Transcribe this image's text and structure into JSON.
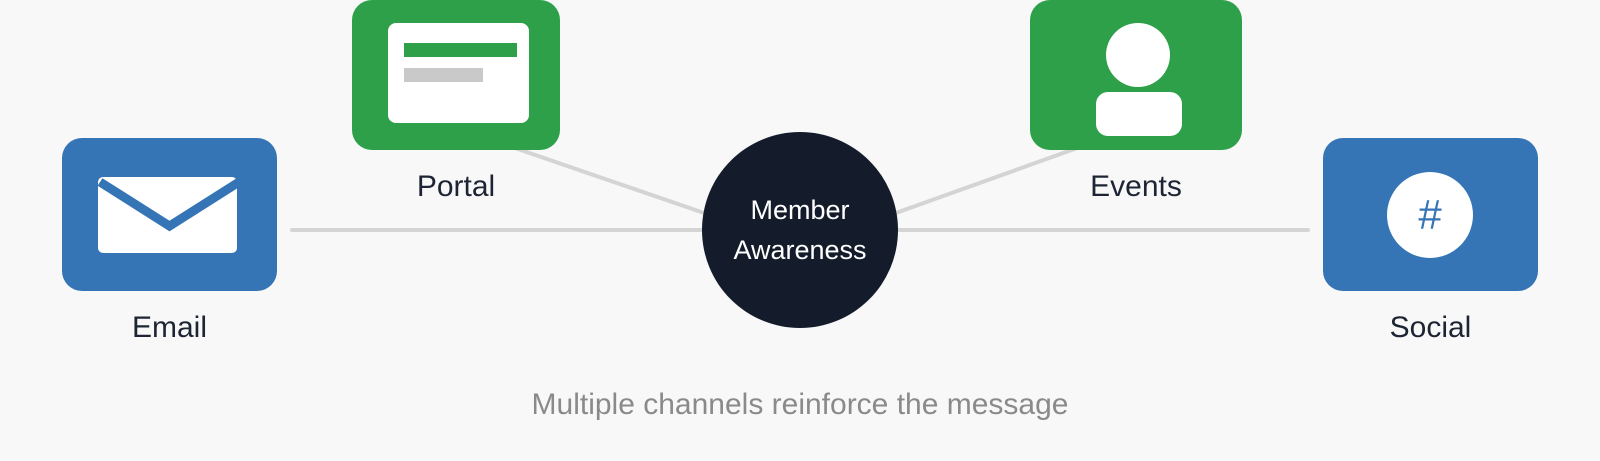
{
  "colors": {
    "background": "#f8f8f8",
    "blue": "#3575b5",
    "green": "#2ea04a",
    "navy": "#141c2b",
    "line": "#d4d4d4",
    "label": "#1d2433",
    "caption": "#8a8a8a",
    "gray_bar": "#c9c9c9",
    "white": "#ffffff"
  },
  "nodes": {
    "email": {
      "label": "Email",
      "icon": "envelope-icon"
    },
    "portal": {
      "label": "Portal",
      "icon": "webpage-icon"
    },
    "events": {
      "label": "Events",
      "icon": "person-icon"
    },
    "social": {
      "label": "Social",
      "icon": "hashtag-icon",
      "hashtag": "#"
    }
  },
  "center": {
    "line1": "Member",
    "line2": "Awareness"
  },
  "caption": "Multiple channels reinforce the message"
}
